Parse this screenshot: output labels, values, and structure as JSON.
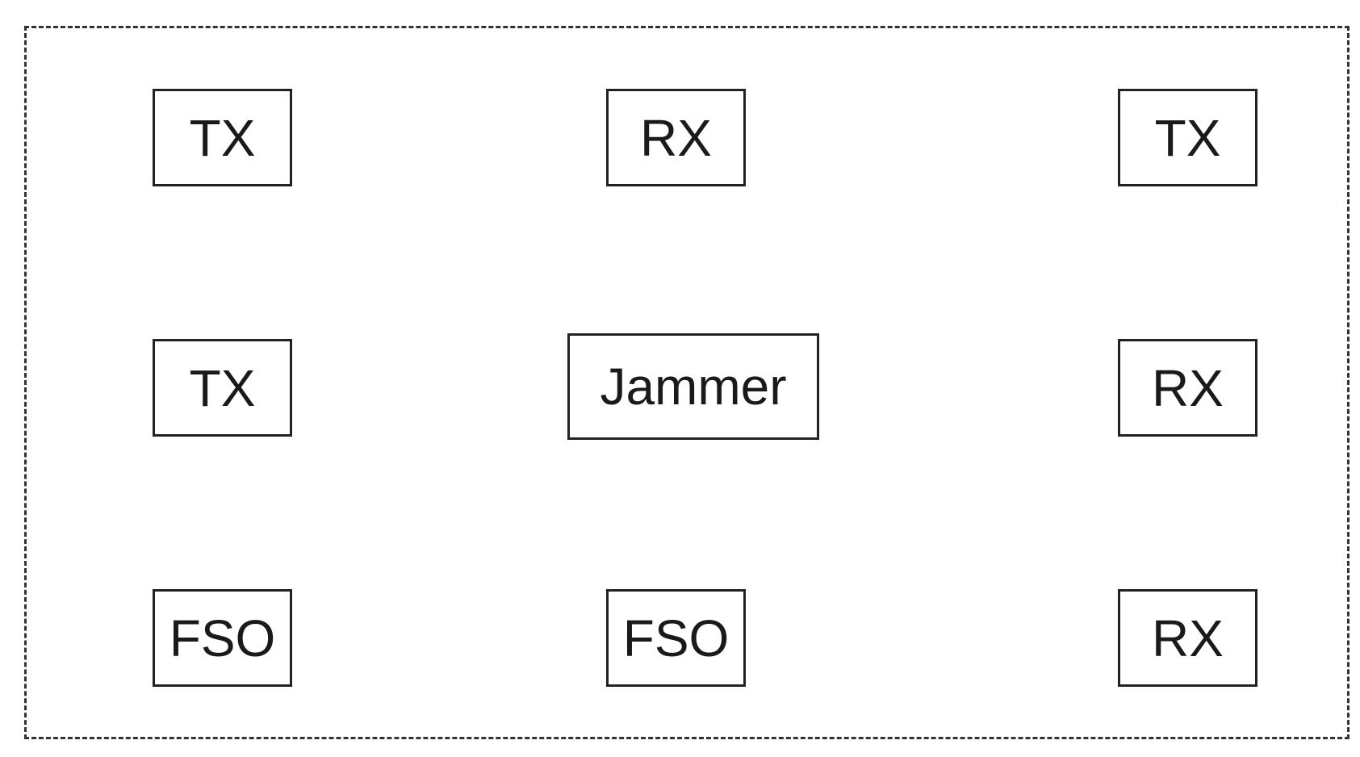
{
  "diagram": {
    "nodes": [
      {
        "id": "tx-top-left",
        "label": "TX"
      },
      {
        "id": "rx-top-center",
        "label": "RX"
      },
      {
        "id": "tx-top-right",
        "label": "TX"
      },
      {
        "id": "tx-middle-left",
        "label": "TX"
      },
      {
        "id": "jammer-center",
        "label": "Jammer"
      },
      {
        "id": "rx-middle-right",
        "label": "RX"
      },
      {
        "id": "fso-bottom-left",
        "label": "FSO"
      },
      {
        "id": "fso-bottom-center",
        "label": "FSO"
      },
      {
        "id": "rx-bottom-right",
        "label": "RX"
      }
    ],
    "colors": {
      "border": "#222222",
      "frame": "#333333",
      "text": "#1a1a1a",
      "background": "#ffffff"
    }
  }
}
